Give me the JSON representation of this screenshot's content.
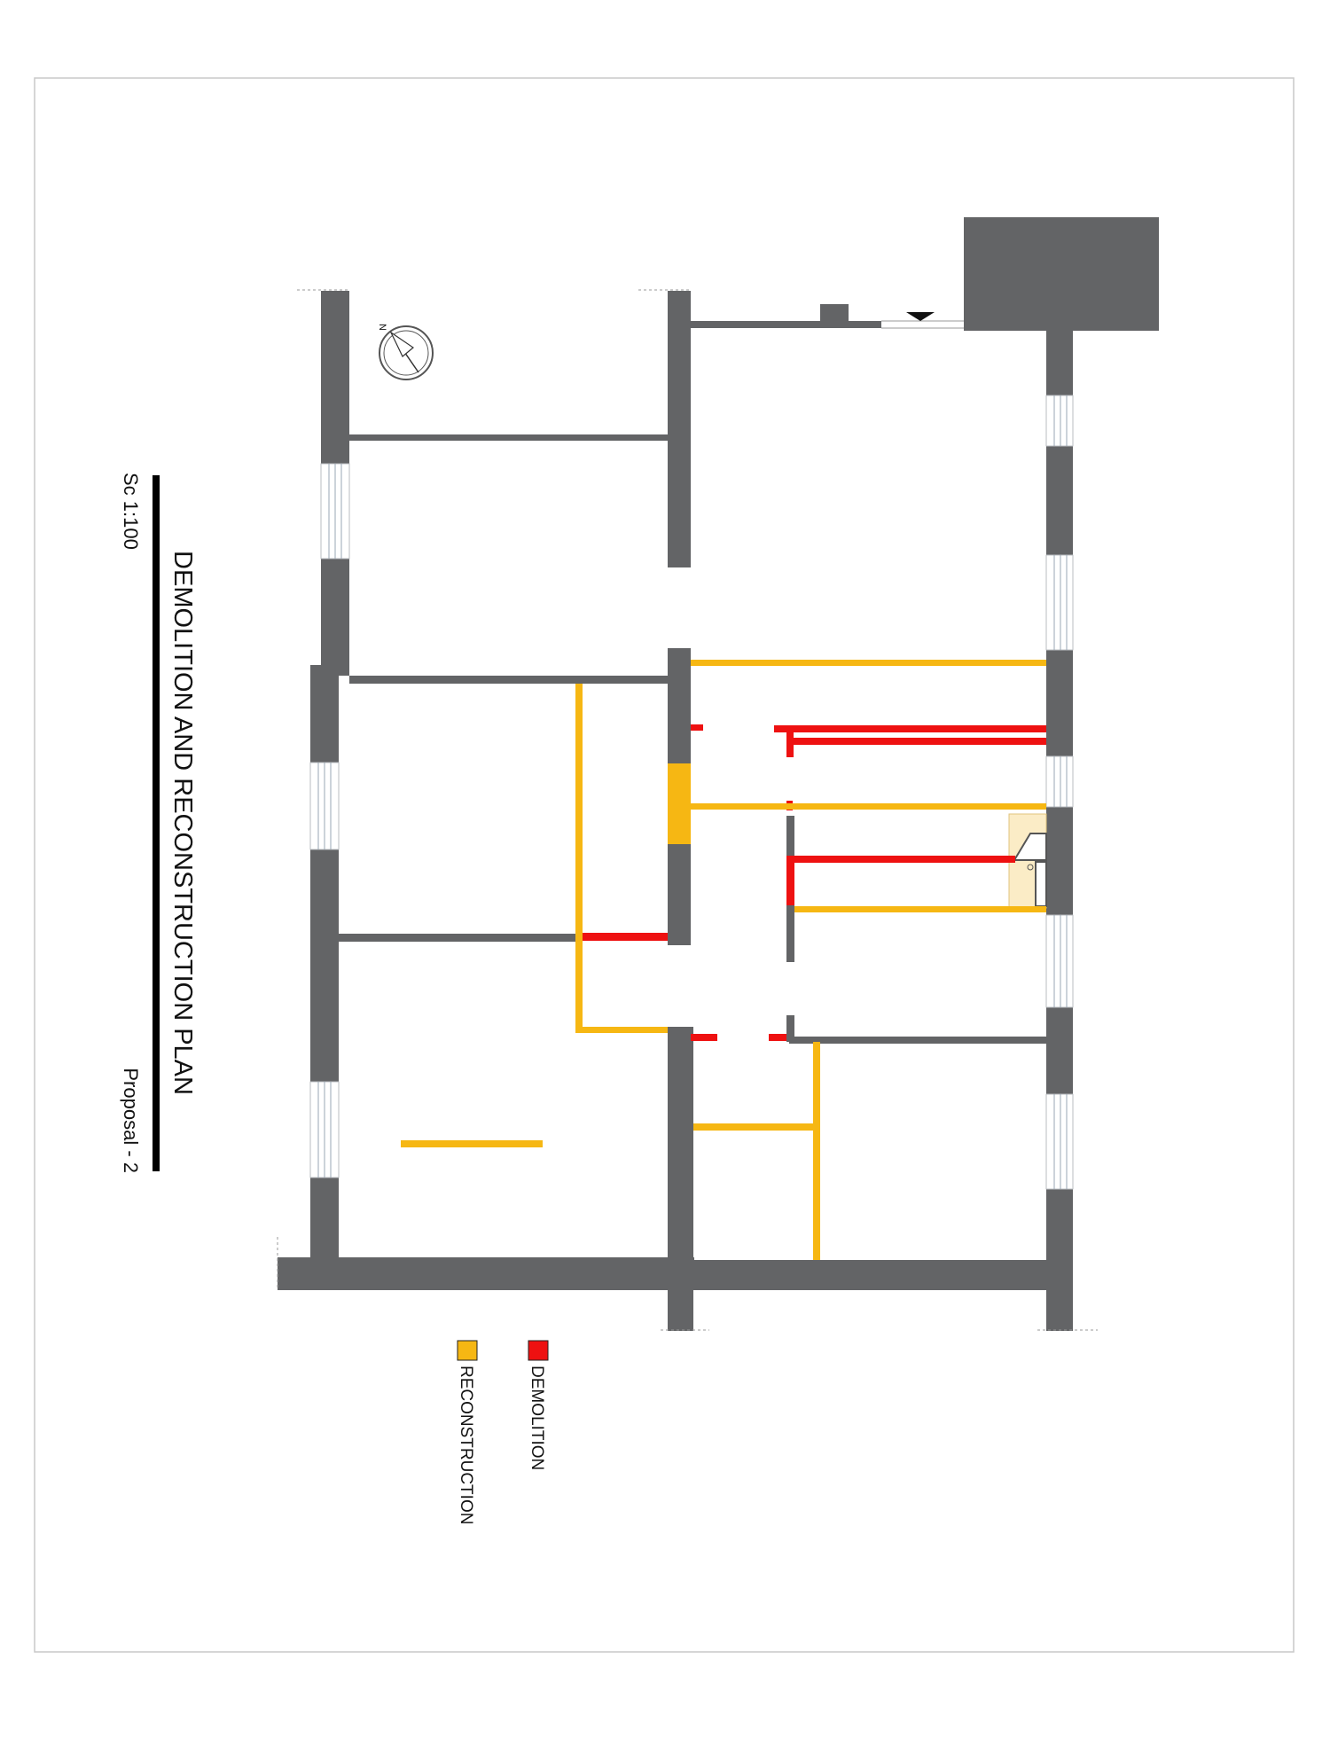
{
  "title": {
    "heading": "DEMOLITION AND RECONSTRUCTION PLAN",
    "scale": "Sc 1:100",
    "proposal": "Proposal - 2"
  },
  "legend": [
    {
      "label": "DEMOLITION",
      "color": "#ee1111"
    },
    {
      "label": "RECONSTRUCTION",
      "color": "#f6b713"
    }
  ],
  "north_arrow": {
    "label": "N",
    "icon": "north-arrow-icon"
  },
  "colors": {
    "existing_wall": "#636466",
    "demolition": "#ee1111",
    "reconstruction": "#f6b713"
  }
}
